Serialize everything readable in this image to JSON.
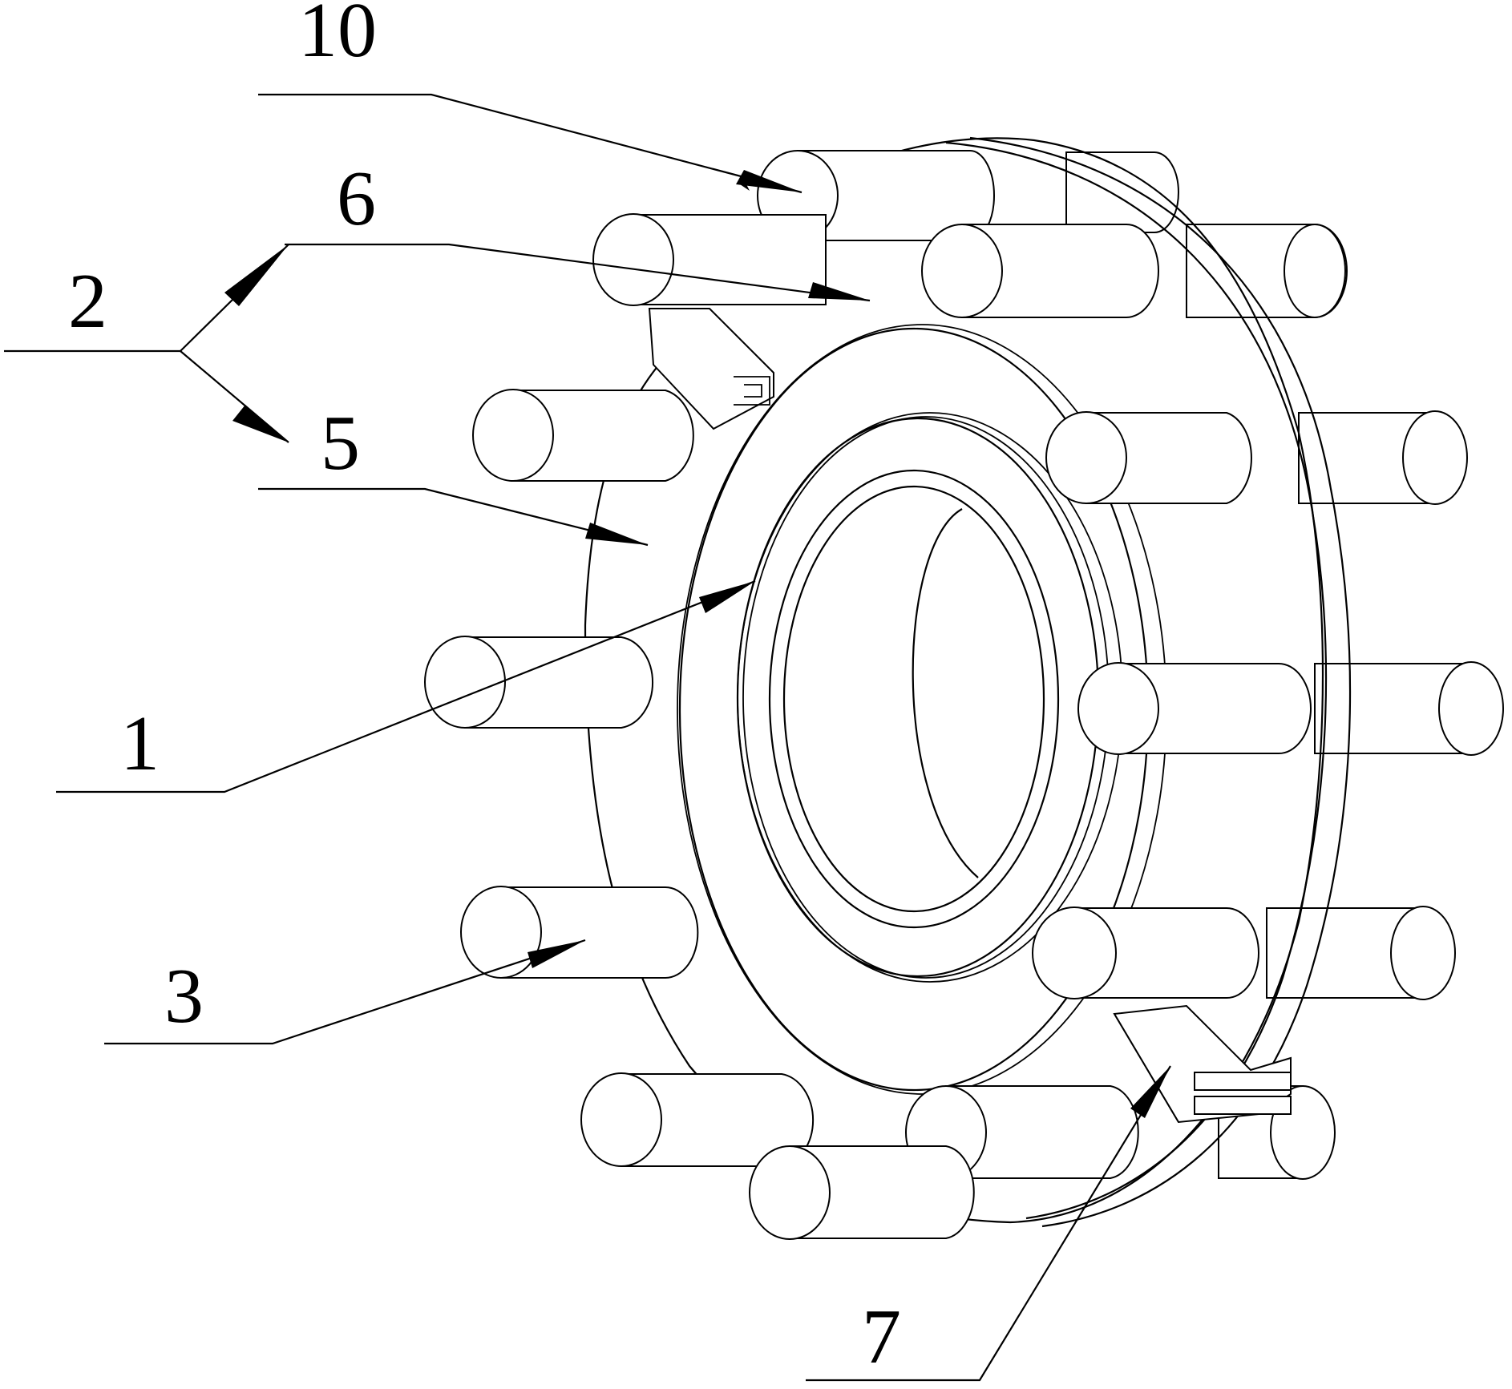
{
  "figure": {
    "labels": {
      "l10": "10",
      "l6": "6",
      "l2": "2",
      "l5": "5",
      "l1": "1",
      "l3": "3",
      "l7": "7"
    },
    "colors": {
      "line": "#000000",
      "background": "#ffffff"
    }
  }
}
